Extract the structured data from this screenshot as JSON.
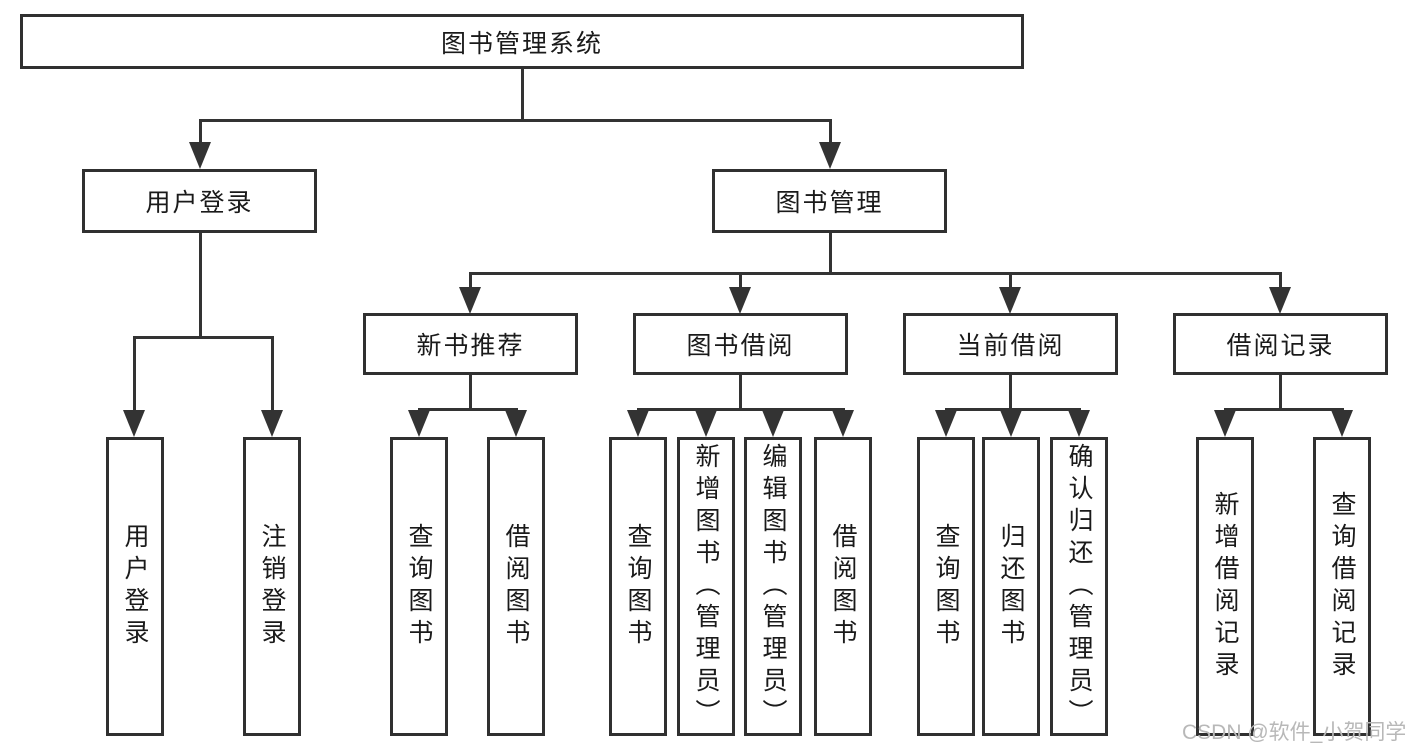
{
  "diagram": {
    "title": "图书管理系统",
    "branches": [
      {
        "label": "用户登录",
        "children": [
          "用户登录",
          "注销登录"
        ]
      },
      {
        "label": "图书管理",
        "groups": [
          {
            "label": "新书推荐",
            "children": [
              "查询图书",
              "借阅图书"
            ]
          },
          {
            "label": "图书借阅",
            "children": [
              "查询图书",
              "新增图书（管理员）",
              "编辑图书（管理员）",
              "借阅图书"
            ]
          },
          {
            "label": "当前借阅",
            "children": [
              "查询图书",
              "归还图书",
              "确认归还（管理员）"
            ]
          },
          {
            "label": "借阅记录",
            "children": [
              "新增借阅记录",
              "查询借阅记录"
            ]
          }
        ]
      }
    ]
  },
  "watermark": "CSDN @软件_小贺同学",
  "colors": {
    "line": "#333333",
    "box_border": "#303030",
    "box_fill": "#ffffff",
    "text": "#1a1a1a",
    "watermark": "#b8b8b8"
  }
}
